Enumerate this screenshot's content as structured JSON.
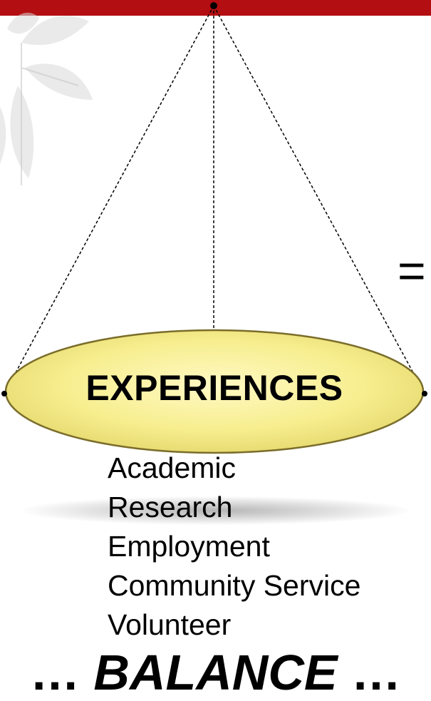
{
  "header": {
    "accent_color": "#b30f12"
  },
  "scale": {
    "equals_symbol": "=",
    "pan_label": "EXPERIENCES",
    "pan_fill_color": "#f7ee8f"
  },
  "experiences": {
    "items": [
      "Academic",
      "Research",
      "Employment",
      "Community Service",
      "Volunteer"
    ]
  },
  "footer": {
    "prefix": "… ",
    "balance_word": "BALANCE",
    "suffix": " …"
  }
}
